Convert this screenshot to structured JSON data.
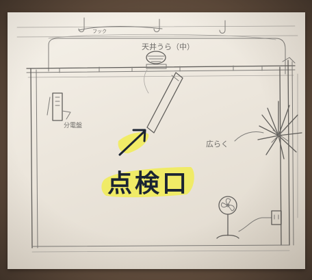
{
  "sketch": {
    "ceiling_label": "天井うら（中）",
    "hook_label": "フック",
    "left_note": "分電盤",
    "right_note": "広らく",
    "main_label": "点検口",
    "highlight_color": "#f2ee3a",
    "ink_color": "#1b2433",
    "icons": [
      "ceiling-hatch-icon",
      "fan-icon",
      "plant-icon",
      "outlet-icon",
      "arrow-icon"
    ]
  }
}
